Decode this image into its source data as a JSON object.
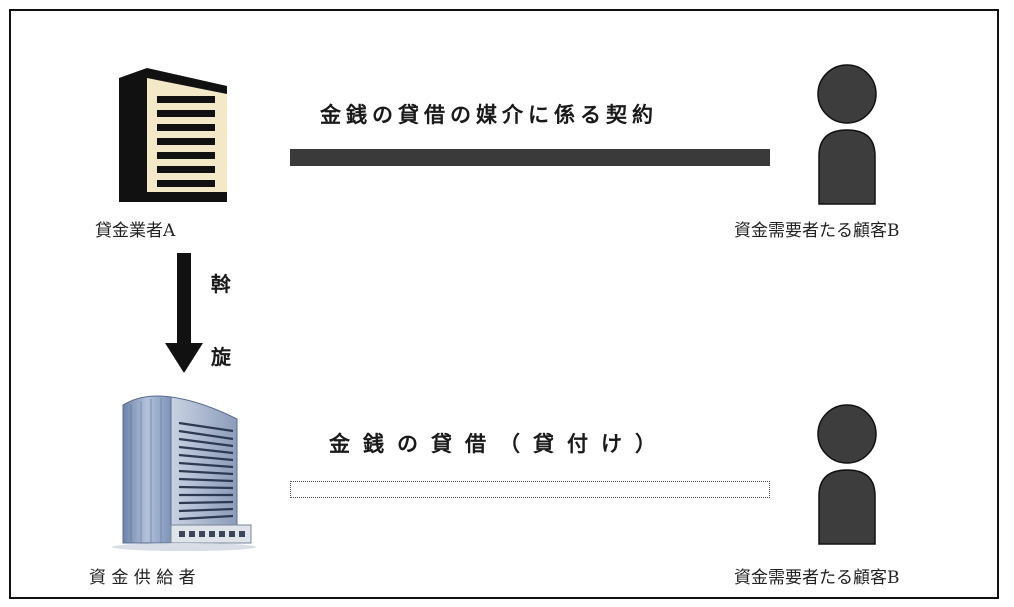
{
  "top_row": {
    "lender_label": "貸金業者A",
    "contract_label": "金銭の貸借の媒介に係る契約",
    "customer_label": "資金需要者たる顧客B"
  },
  "middle": {
    "arrow_label_1": "斡",
    "arrow_label_2": "旋"
  },
  "bottom_row": {
    "supplier_label": "資 金 供 給 者",
    "loan_label": "金銭の貸借（貸付け）",
    "customer_label": "資金需要者たる顧客B"
  },
  "colors": {
    "bar": "#3a3a3a",
    "person": "#3d3d3d",
    "building_dark": "#111111",
    "building_light": "#f3e9c8",
    "tower_blue": "#8ea3c4"
  }
}
